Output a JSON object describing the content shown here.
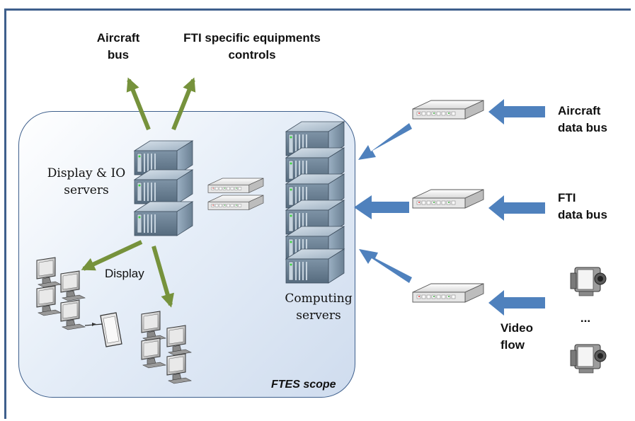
{
  "labels": {
    "aircraft_bus_top": "Aircraft",
    "aircraft_bus_bottom": "bus",
    "fti_controls_top": "FTI specific equipments",
    "fti_controls_bottom": "controls",
    "display_io_top": "Display & IO",
    "display_io_bottom": "servers",
    "computing_top": "Computing",
    "computing_bottom": "servers",
    "display": "Display",
    "aircraft_data_bus_top": "Aircraft",
    "aircraft_data_bus_bottom": "data bus",
    "fti_data_bus_top": "FTI",
    "fti_data_bus_bottom": "data bus",
    "video_flow_top": "Video",
    "video_flow_bottom": "flow",
    "ellipsis": "...",
    "scope": "FTES scope"
  },
  "colors": {
    "frame": "#3e5f8c",
    "green_arrow": "#76923c",
    "blue_arrow": "#4f81bd",
    "server": "#8aa0b4"
  },
  "icons": [
    "server-rack-icon",
    "network-switch-icon",
    "monitor-icon",
    "tablet-icon",
    "video-camera-icon"
  ]
}
